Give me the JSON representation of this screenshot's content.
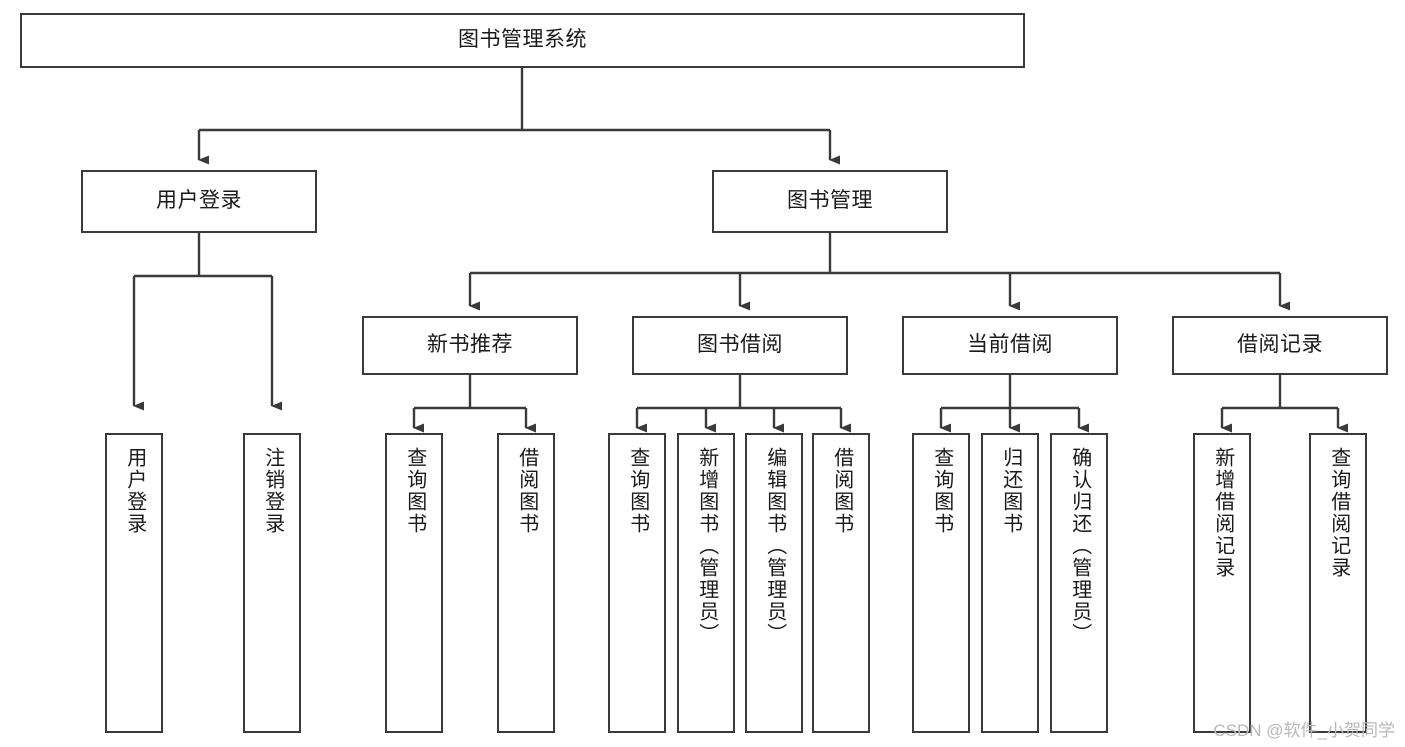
{
  "diagram": {
    "type": "hierarchy-tree",
    "title": "图书管理系统",
    "watermark": "CSDN @软件_小贺同学",
    "colors": {
      "node_border": "#3a3a3a",
      "node_fill": "#ffffff",
      "edge": "#3a3a3a",
      "text": "#1a1a1a",
      "watermark": "#b8b8b8"
    },
    "levels": {
      "root": {
        "label": "图书管理系统"
      },
      "level2": [
        {
          "label": "用户登录"
        },
        {
          "label": "图书管理"
        }
      ],
      "level3": [
        {
          "label": "新书推荐"
        },
        {
          "label": "图书借阅"
        },
        {
          "label": "当前借阅"
        },
        {
          "label": "借阅记录"
        }
      ],
      "leaves": {
        "user_login": [
          {
            "label": "用户登录"
          },
          {
            "label": "注销登录"
          }
        ],
        "new_book": [
          {
            "label": "查询图书"
          },
          {
            "label": "借阅图书"
          }
        ],
        "book_borrow": [
          {
            "label": "查询图书"
          },
          {
            "label": "新增图书（管理员）"
          },
          {
            "label": "编辑图书（管理员）"
          },
          {
            "label": "借阅图书"
          }
        ],
        "current_borrow": [
          {
            "label": "查询图书"
          },
          {
            "label": "归还图书"
          },
          {
            "label": "确认归还（管理员）"
          }
        ],
        "borrow_record": [
          {
            "label": "新增借阅记录"
          },
          {
            "label": "查询借阅记录"
          }
        ]
      }
    }
  }
}
